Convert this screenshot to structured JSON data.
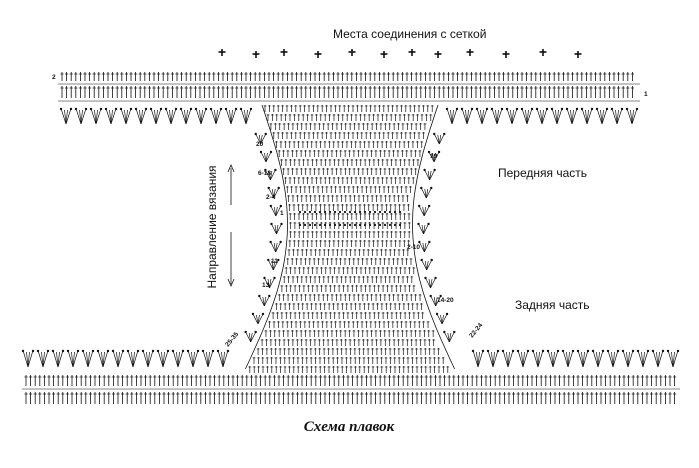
{
  "labels": {
    "join_places": "Места соединения с сеткой",
    "front_part": "Передняя часть",
    "back_part": "Задняя часть",
    "knit_direction": "Направление вязания",
    "title": "Схема плавок"
  },
  "row_numbers": [
    "2",
    "1",
    "20",
    "6-18",
    "2-4",
    "1",
    "11",
    "13",
    "2-10",
    "19",
    "14-20",
    "22-24",
    "25-35"
  ],
  "colors": {
    "ink": "#111111",
    "background": "#ffffff"
  }
}
